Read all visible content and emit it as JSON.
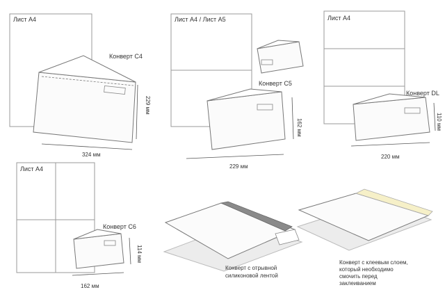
{
  "labels": {
    "sheet_a4_1": "Лист А4",
    "sheet_a4_a5": "Лист А4 / Лист А5",
    "sheet_a4_3": "Лист А4",
    "sheet_a4_4": "Лист А4",
    "env_c4": "Конверт С4",
    "env_c5": "Конверт С5",
    "env_dl": "Конверт DL",
    "env_c6": "Конверт С6"
  },
  "dimensions": {
    "c4_w": "324 мм",
    "c4_h": "229 мм",
    "c5_w": "229 мм",
    "c5_h": "162 мм",
    "dl_w": "220 мм",
    "dl_h": "110 мм",
    "c6_w": "162 мм",
    "c6_h": "114 мм"
  },
  "notes": {
    "tear_strip": [
      "Конверт с отрывной",
      "силиконовой лентой"
    ],
    "glue_layer": [
      "Конверт с клеевым слоем,",
      "который необходимо",
      "смочить перед",
      "заклеиванием"
    ]
  }
}
